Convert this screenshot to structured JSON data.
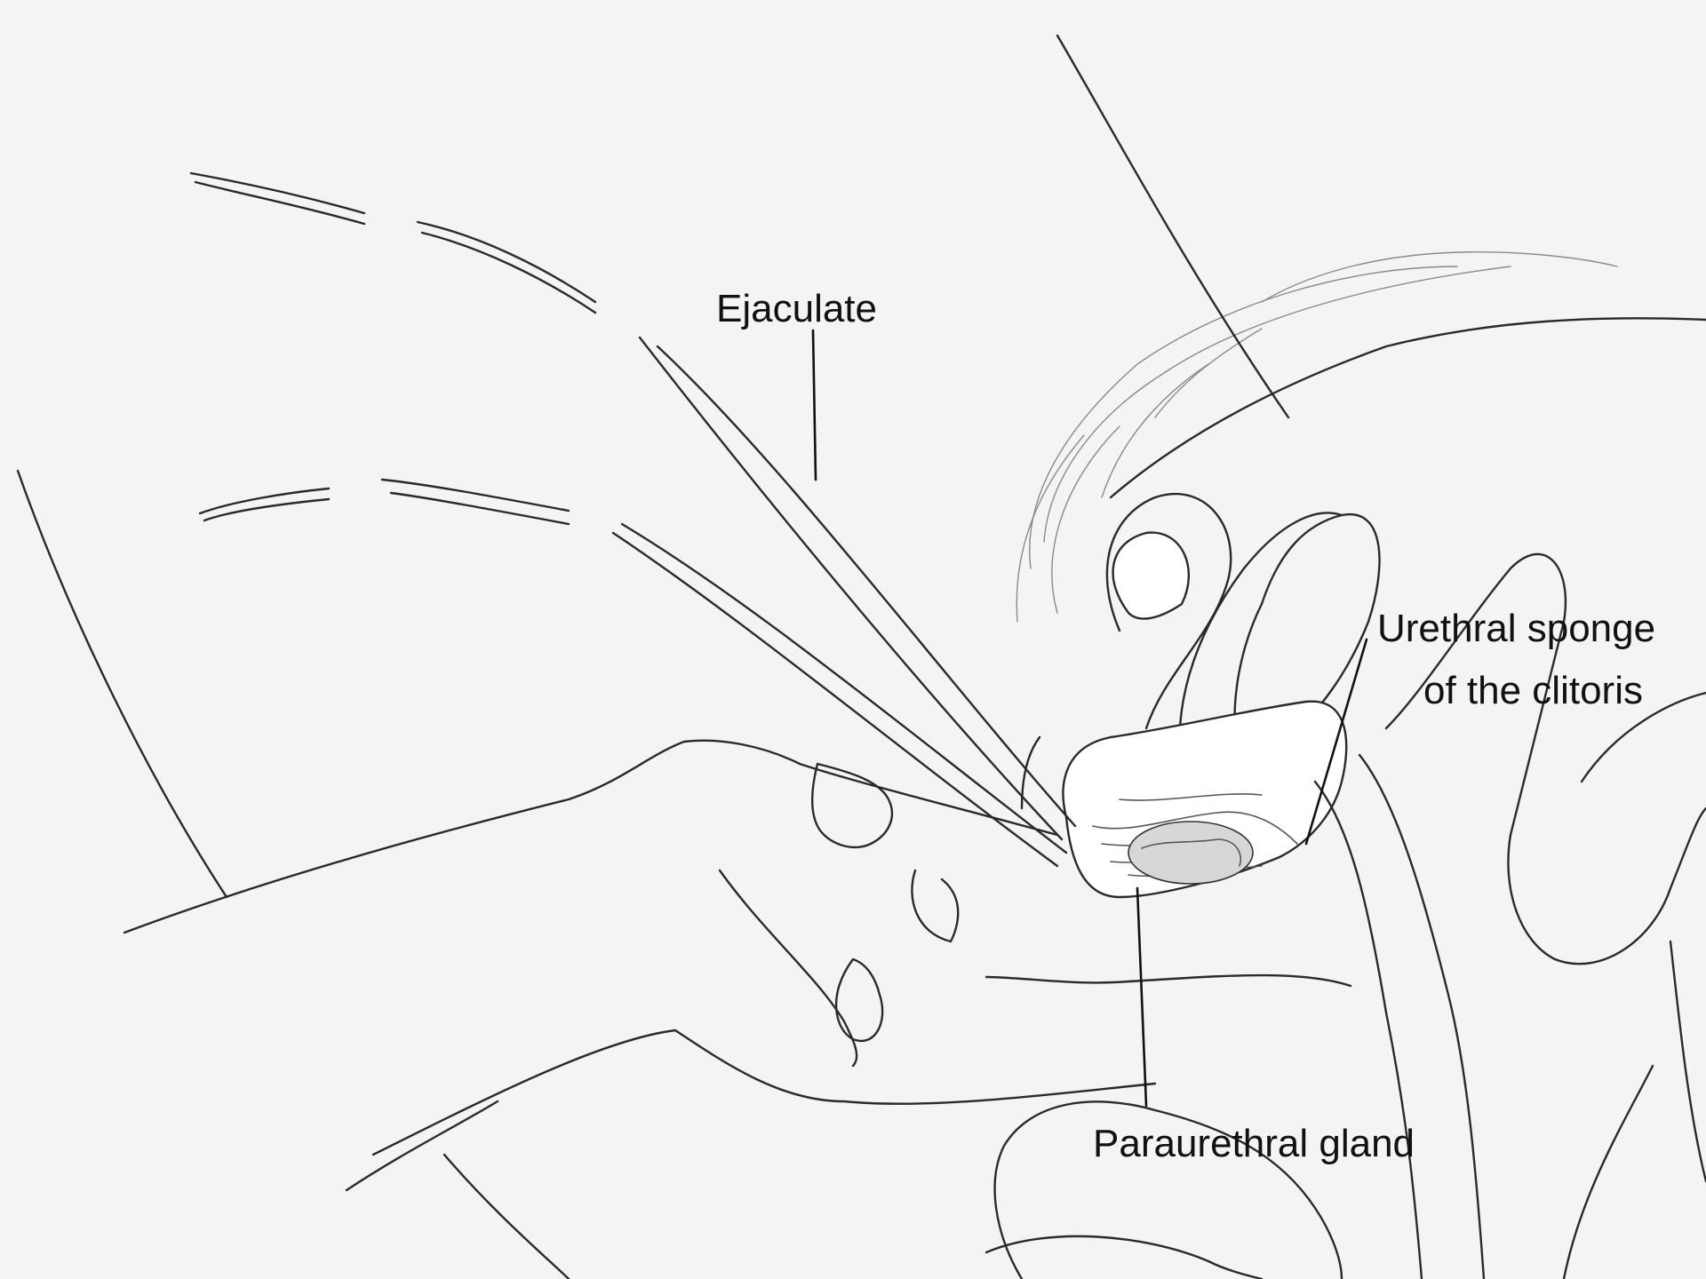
{
  "diagram": {
    "labels": {
      "ejaculate": "Ejaculate",
      "urethral_sponge_line1": "Urethral sponge",
      "urethral_sponge_line2": "of the clitoris",
      "paraurethral_gland": "Paraurethral gland"
    }
  }
}
